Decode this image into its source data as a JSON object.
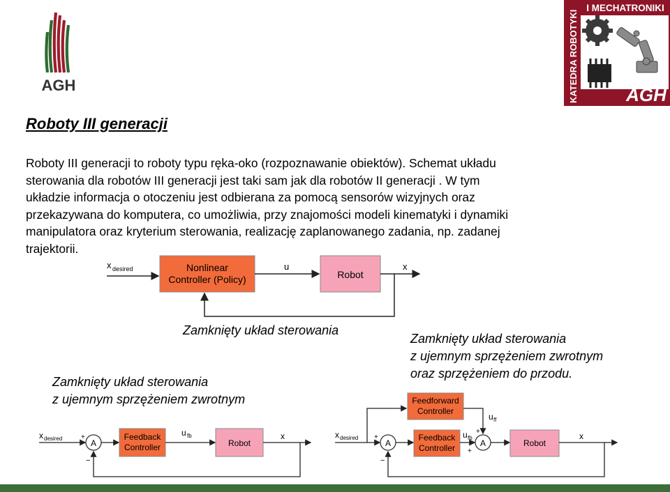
{
  "logo_agh": {
    "text": "AGH"
  },
  "logo_katedra": {
    "line1": "KATEDRA ROBOTYKI",
    "line2": "I MECHATRONIKI",
    "agh": "AGH"
  },
  "title": "Roboty III generacji",
  "body": {
    "lines": [
      "Roboty III generacji to roboty typu ręka-oko (rozpoznawanie obiektów). Schemat układu",
      "sterowania dla robotów III generacji  jest taki sam jak dla robotów II generacji . W tym",
      "układzie informacja o otoczeniu jest odbierana za pomocą sensorów wizyjnych oraz",
      "przekazywana do komputera, co umożliwia, przy znajomości modeli kinematyki i dynamiki",
      "manipulatora oraz kryterium sterowania, realizację zaplanowanego zadania, np. zadanej",
      "trajektorii."
    ]
  },
  "diagram_top": {
    "input": "x",
    "input_sub": "desired",
    "controller_line1": "Nonlinear",
    "controller_line2": "Controller (Policy)",
    "signal_u": "u",
    "robot": "Robot",
    "output": "x"
  },
  "caption_top": "Zamknięty układ sterowania",
  "caption_left": [
    "Zamknięty układ sterowania",
    "z ujemnym sprzężeniem zwrotnym"
  ],
  "caption_right": [
    "Zamknięty układ sterowania",
    "z ujemnym sprzężeniem zwrotnym",
    "oraz sprzężeniem do przodu."
  ],
  "diagram_left": {
    "input": "x",
    "input_sub": "desired",
    "sum_node": "A",
    "plus": "+",
    "minus": "−",
    "controller_line1": "Feedback",
    "controller_line2": "Controller",
    "signal_u": "u",
    "signal_sub": "fb",
    "robot": "Robot",
    "output": "x"
  },
  "diagram_right": {
    "input": "x",
    "input_sub": "desired",
    "sum_node": "A",
    "plus": "+",
    "minus": "−",
    "ff_line1": "Feedforward",
    "ff_line2": "Controller",
    "signal_uff": "u",
    "signal_uff_sub": "ff",
    "controller_line1": "Feedback",
    "controller_line2": "Controller",
    "signal_ufb": "u",
    "signal_ufb_sub": "fb",
    "sum_node2": "A",
    "robot": "Robot",
    "output": "x"
  },
  "colors": {
    "controller_orange": "#f26b3a",
    "robot_pink": "#f6a3b8",
    "agh_red": "#9c1c2e",
    "agh_green": "#2f6b2f"
  }
}
